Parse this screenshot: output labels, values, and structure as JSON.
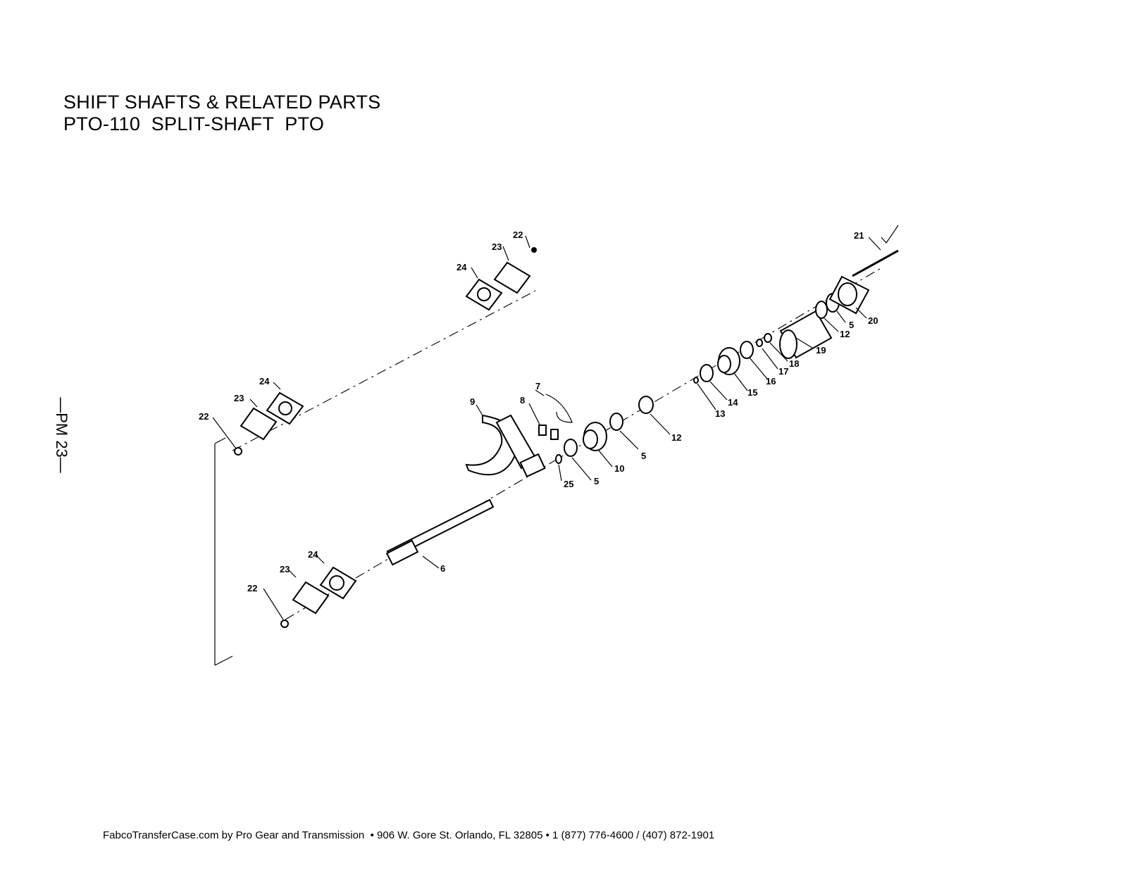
{
  "title": {
    "line1": "SHIFT SHAFTS & RELATED PARTS",
    "line2": "PTO-110  SPLIT-SHAFT  PTO"
  },
  "page_mark": "—PM 23—",
  "footer": "FabcoTransferCase.com by Pro Gear and Transmission  • 906 W. Gore St. Orlando, FL 32805 • 1 (877) 776-4600 / (407) 872-1901",
  "callouts": {
    "c22a": "22",
    "c23a": "23",
    "c24a": "24",
    "c24b": "24",
    "c23b": "23",
    "c22b": "22",
    "c24c": "24",
    "c23c": "23",
    "c22c": "22",
    "c6": "6",
    "c7": "7",
    "c8": "8",
    "c9": "9",
    "c25": "25",
    "c5a": "5",
    "c10": "10",
    "c5b": "5",
    "c12a": "12",
    "c13": "13",
    "c14": "14",
    "c15": "15",
    "c16": "16",
    "c17": "17",
    "c18": "18",
    "c19": "19",
    "c12b": "12",
    "c5c": "5",
    "c20": "20",
    "c21": "21"
  }
}
